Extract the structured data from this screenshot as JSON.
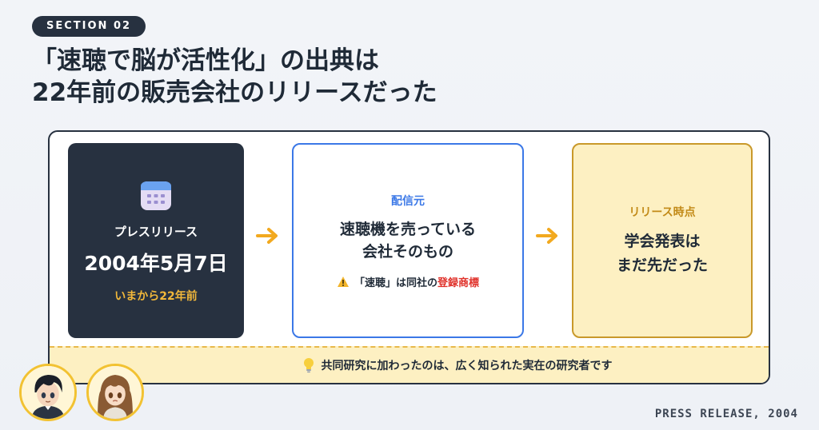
{
  "section_badge": "SECTION 02",
  "headline": {
    "line1": "「速聴で脳が活性化」の出典は",
    "line2": "22年前の販売会社のリリースだった"
  },
  "date_box": {
    "icon": "calendar-icon",
    "label": "プレスリリース",
    "date": "2004年5月7日",
    "ago": "いまから22年前"
  },
  "source_box": {
    "label": "配信元",
    "main_line1": "速聴機を売っている",
    "main_line2": "会社そのもの",
    "note_icon": "warning-icon",
    "note_prefix": "「速聴」は同社の",
    "note_highlight": "登録商標"
  },
  "time_box": {
    "label": "リリース時点",
    "main_line1": "学会発表は",
    "main_line2": "まだ先だった"
  },
  "tip": {
    "icon": "lightbulb-icon",
    "text": "共同研究に加わったのは、広く知られた実在の研究者です"
  },
  "footer_label": "PRESS RELEASE, 2004",
  "colors": {
    "dark": "#273140",
    "blue_accent": "#3b78e7",
    "gold_accent": "#c9992a",
    "arrow": "#f2a91f",
    "highlight_red": "#e0322b",
    "cream": "#fdf0c2"
  }
}
